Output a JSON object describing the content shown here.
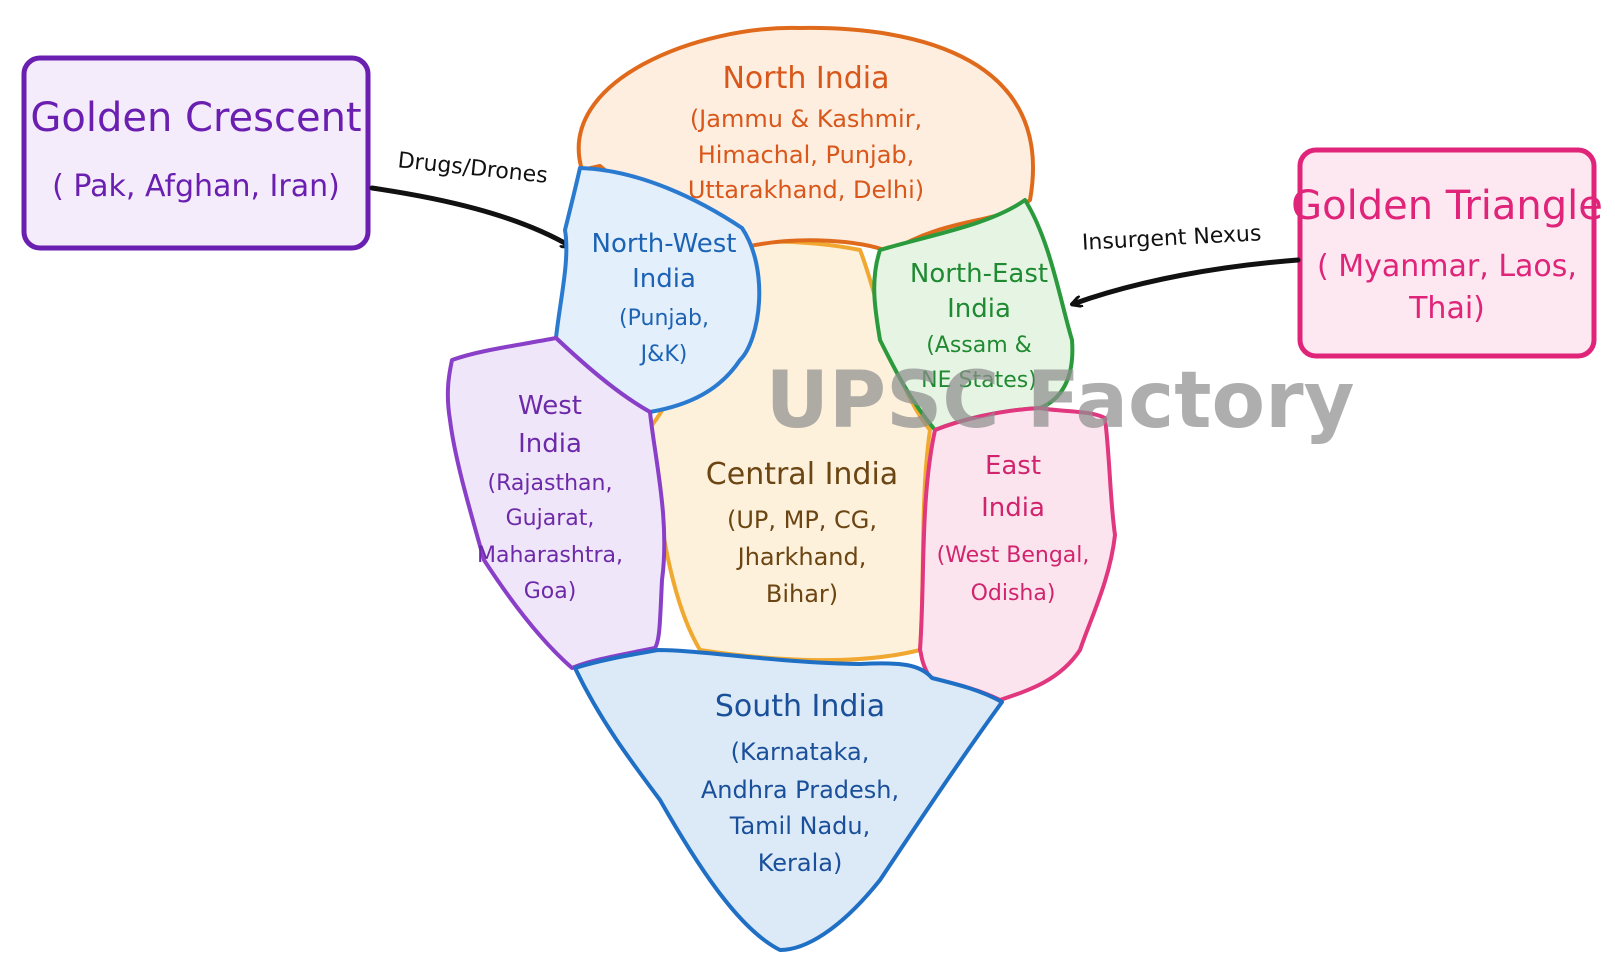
{
  "golden_crescent": {
    "title": "Golden Crescent",
    "countries": "( Pak, Afghan, Iran)",
    "color": "#6a1fb0",
    "fill": "#f4ebfb"
  },
  "golden_triangle": {
    "title": "Golden Triangle",
    "line1": "( Myanmar, Laos,",
    "line2": "Thai)",
    "color": "#e0247a",
    "fill": "#fde8f1"
  },
  "arrows": {
    "left_label": "Drugs/Drones",
    "right_label": "Insurgent Nexus"
  },
  "regions": {
    "north": {
      "title": "North India",
      "line1": "(Jammu & Kashmir,",
      "line2": "Himachal, Punjab,",
      "line3": "Uttarakhand, Delhi)",
      "stroke": "#e06a1b",
      "fill": "#fdeee0",
      "text": "#d9571a"
    },
    "north_west": {
      "title1": "North-West",
      "title2": "India",
      "line1": "(Punjab,",
      "line2": "J&K)",
      "stroke": "#2a7ad0",
      "fill": "#e3effb",
      "text": "#1d63b5"
    },
    "north_east": {
      "title1": "North-East",
      "title2": "India",
      "line1": "(Assam &",
      "line2": "NE States)",
      "stroke": "#2a9a3c",
      "fill": "#e6f5e3",
      "text": "#1f8a32"
    },
    "west": {
      "title1": "West",
      "title2": "India",
      "line1": "(Rajasthan,",
      "line2": "Gujarat,",
      "line3": "Maharashtra,",
      "line4": "Goa)",
      "stroke": "#8a3fc8",
      "fill": "#f0e6fa",
      "text": "#6d2aa8"
    },
    "central": {
      "title": "Central India",
      "line1": "(UP, MP, CG,",
      "line2": "Jharkhand,",
      "line3": "Bihar)",
      "stroke": "#f0a830",
      "fill": "#fdf1dc",
      "text": "#6b4512"
    },
    "east": {
      "title1": "East",
      "title2": "India",
      "line1": "(West Bengal,",
      "line2": "Odisha)",
      "stroke": "#e0377f",
      "fill": "#fce4ee",
      "text": "#d1246e"
    },
    "south": {
      "title": "South India",
      "line1": "(Karnataka,",
      "line2": "Andhra Pradesh,",
      "line3": "Tamil Nadu,",
      "line4": "Kerala)",
      "stroke": "#1f6fc5",
      "fill": "#dceaf8",
      "text": "#1a4f9a"
    }
  },
  "watermark": "UPSC Factory"
}
